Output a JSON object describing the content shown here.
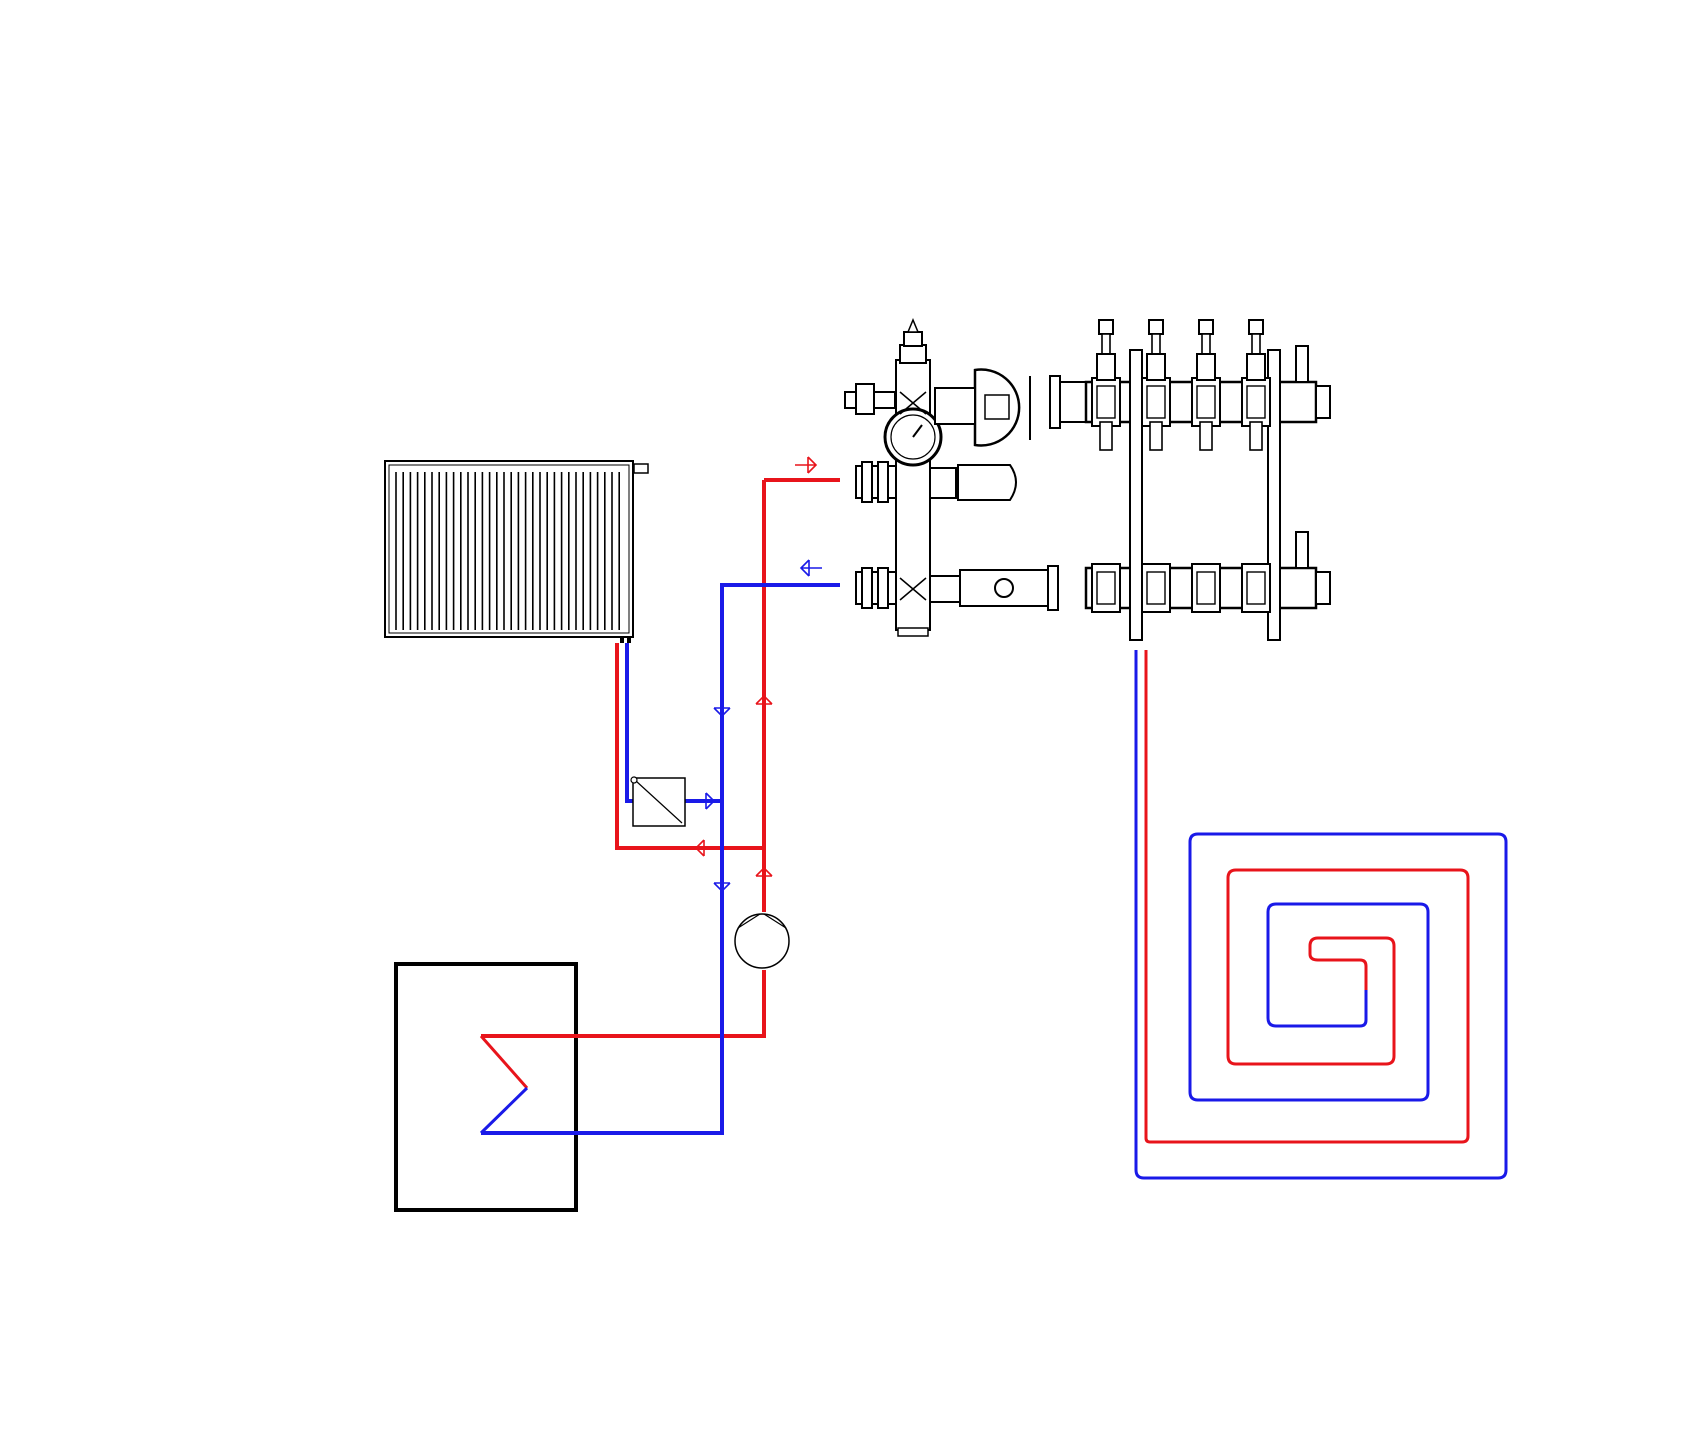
{
  "diagram": {
    "colors": {
      "supply": "#e8141b",
      "return": "#1a1ae8",
      "line": "#000000",
      "background": "#ffffff"
    },
    "components": [
      {
        "id": "radiator",
        "icon": "panel-radiator-icon"
      },
      {
        "id": "boiler",
        "icon": "boiler-heat-exchanger-icon"
      },
      {
        "id": "circulation-pump",
        "icon": "pump-symbol-icon"
      },
      {
        "id": "thermostatic-valve",
        "icon": "mixing-valve-icon"
      },
      {
        "id": "mixing-group",
        "icon": "pump-mixing-group-icon"
      },
      {
        "id": "manifold",
        "icon": "underfloor-manifold-icon"
      },
      {
        "id": "underfloor-loop",
        "icon": "underfloor-heating-loop-icon"
      }
    ]
  }
}
